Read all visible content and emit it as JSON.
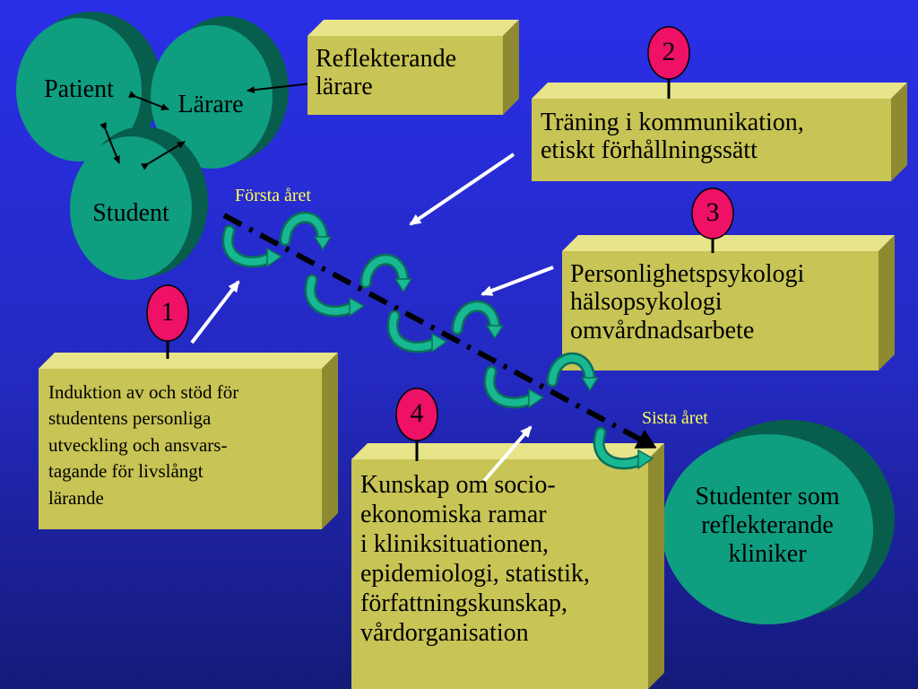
{
  "circles": {
    "patient": "Patient",
    "larare": "Lärare",
    "student": "Student",
    "final_line1": "Studenter som",
    "final_line2": "reflekterande",
    "final_line3": "kliniker"
  },
  "labels": {
    "forsta_aret": "Första året",
    "sista_aret": "Sista året"
  },
  "boxes": {
    "reflekterande": [
      "Reflekterande",
      "lärare"
    ],
    "box1": [
      "Induktion av och stöd för",
      "studentens personliga",
      "utveckling och ansvars-",
      "tagande för livslångt",
      "lärande"
    ],
    "box2": [
      "Träning i kommunikation,",
      "etiskt förhållningssätt"
    ],
    "box3": [
      "Personlighetspsykologi",
      "hälsopsykologi",
      "omvårdnadsarbete"
    ],
    "box4": [
      "Kunskap om socio-",
      "ekonomiska ramar",
      "i kliniksituationen,",
      "epidemiologi, statistik,",
      "författningskunskap,",
      "vårdorganisation"
    ]
  },
  "pins": {
    "p1": "1",
    "p2": "2",
    "p3": "3",
    "p4": "4"
  },
  "colors": {
    "circle_fill": "#0f9e80",
    "circle_side": "#075e4c",
    "box_face": "#c8c455",
    "box_top": "#e8e48a",
    "box_side": "#8d8a30",
    "pin": "#ee1166",
    "year_text": "#ffff55"
  }
}
